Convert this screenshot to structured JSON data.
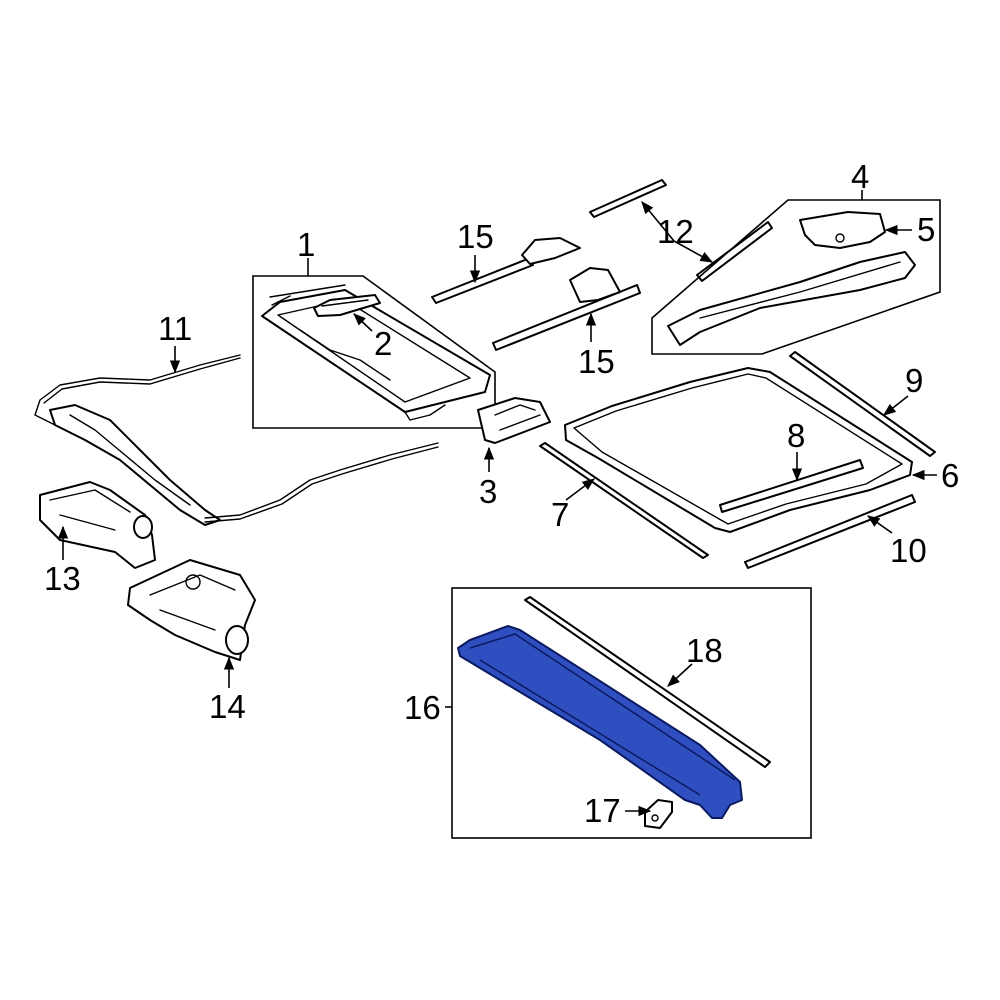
{
  "colors": {
    "line": "#000000",
    "background": "#ffffff",
    "highlight_fill": "#2f4fc0",
    "highlight_stroke": "#0a1a60"
  },
  "callouts": [
    {
      "id": "1",
      "label": "1"
    },
    {
      "id": "2",
      "label": "2"
    },
    {
      "id": "3",
      "label": "3"
    },
    {
      "id": "4",
      "label": "4"
    },
    {
      "id": "5",
      "label": "5"
    },
    {
      "id": "6",
      "label": "6"
    },
    {
      "id": "7",
      "label": "7"
    },
    {
      "id": "8",
      "label": "8"
    },
    {
      "id": "9",
      "label": "9"
    },
    {
      "id": "10",
      "label": "10"
    },
    {
      "id": "11",
      "label": "11"
    },
    {
      "id": "12",
      "label": "12"
    },
    {
      "id": "13",
      "label": "13"
    },
    {
      "id": "14",
      "label": "14"
    },
    {
      "id": "15a",
      "label": "15"
    },
    {
      "id": "15b",
      "label": "15"
    },
    {
      "id": "16",
      "label": "16"
    },
    {
      "id": "17",
      "label": "17"
    },
    {
      "id": "18",
      "label": "18"
    }
  ]
}
